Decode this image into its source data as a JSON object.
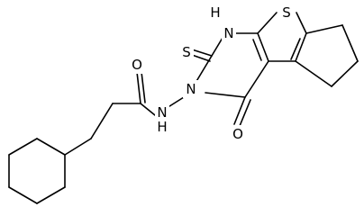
{
  "structure": {
    "atom_labels": {
      "S_ring": "S",
      "NH_ring": "H",
      "N_ring": "N",
      "N_ring_h": "N",
      "S_thione": "S",
      "N_chain": "N",
      "H_chain": "H",
      "O_amide": "O",
      "O_ketone": "O"
    }
  },
  "colors": {
    "bond": "#000000",
    "label": "#000000",
    "background": "#ffffff"
  }
}
